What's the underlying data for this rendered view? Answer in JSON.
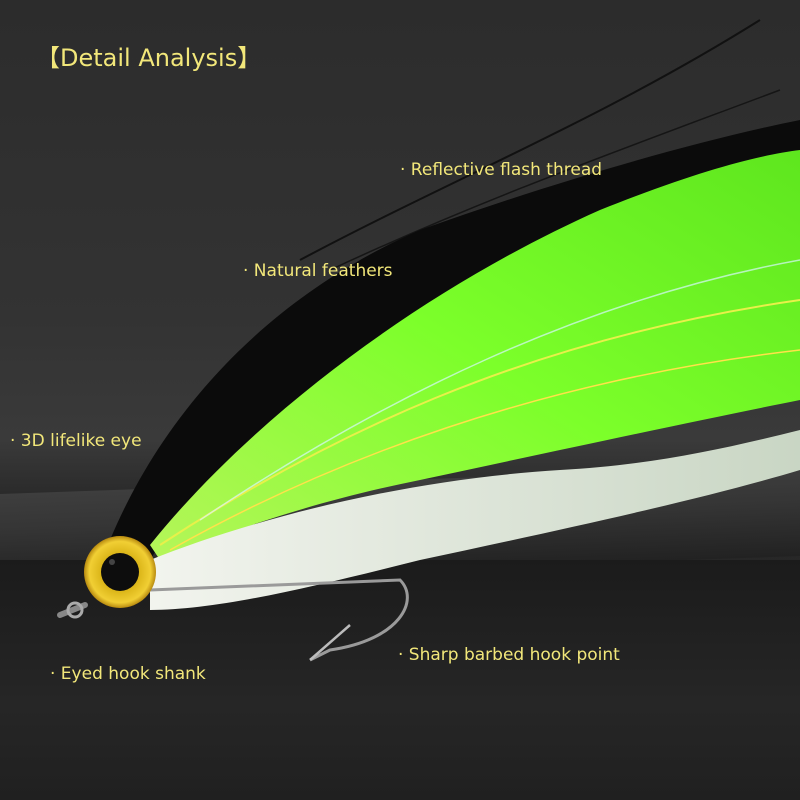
{
  "title": "【Detail Analysis】",
  "callouts": [
    {
      "id": "flash",
      "text": "· Reflective flash thread"
    },
    {
      "id": "feathers",
      "text": "· Natural feathers"
    },
    {
      "id": "eye",
      "text": "· 3D lifelike eye"
    },
    {
      "id": "hook_point",
      "text": "· Sharp barbed hook point"
    },
    {
      "id": "hook_shank",
      "text": "· Eyed hook shank"
    }
  ],
  "colors": {
    "label_text": "#f2e77a",
    "background": "#2a2a2a",
    "fly_green": "#7cff2a",
    "fly_black": "#0b0b0b",
    "fly_white": "#e8eee6",
    "eye_gold": "#e0b21a"
  }
}
